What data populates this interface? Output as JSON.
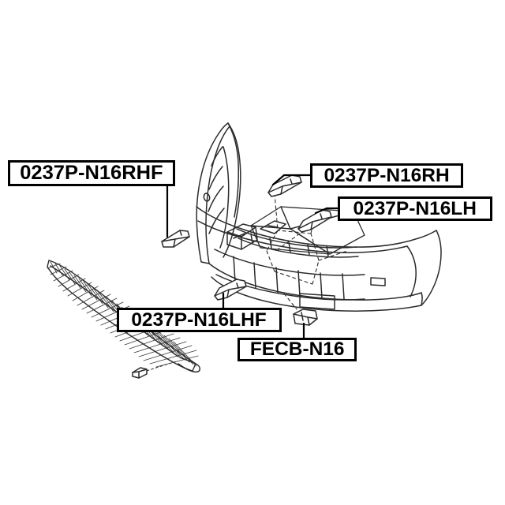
{
  "diagram": {
    "kind": "automotive-parts-exploded-diagram",
    "subject": "front bumper cover assembly with brackets and lower grille",
    "background_color": "#FFFFFF",
    "line_color": "#2B2B2B",
    "label_border_color": "#000000",
    "label_text_color": "#000000"
  },
  "labels": [
    {
      "id": "rhf",
      "text": "0237P-N16RHF",
      "name": "part-label-0237p-n16rhf"
    },
    {
      "id": "rh",
      "text": "0237P-N16RH",
      "name": "part-label-0237p-n16rh"
    },
    {
      "id": "lh",
      "text": "0237P-N16LH",
      "name": "part-label-0237p-n16lh"
    },
    {
      "id": "lhf",
      "text": "0237P-N16LHF",
      "name": "part-label-0237p-n16lhf"
    },
    {
      "id": "fecb",
      "text": "FECB-N16",
      "name": "part-label-fecb-n16"
    }
  ],
  "parts": [
    {
      "id": "bumper-cover",
      "label": "front bumper cover"
    },
    {
      "id": "lower-grille",
      "label": "lower mesh grille"
    },
    {
      "id": "bracket-rhf",
      "label": "right front bracket"
    },
    {
      "id": "bracket-rh",
      "label": "right bracket"
    },
    {
      "id": "bracket-lh",
      "label": "left bracket"
    },
    {
      "id": "bracket-lhf",
      "label": "left front bracket"
    },
    {
      "id": "clip-fecb",
      "label": "bumper clip"
    }
  ]
}
